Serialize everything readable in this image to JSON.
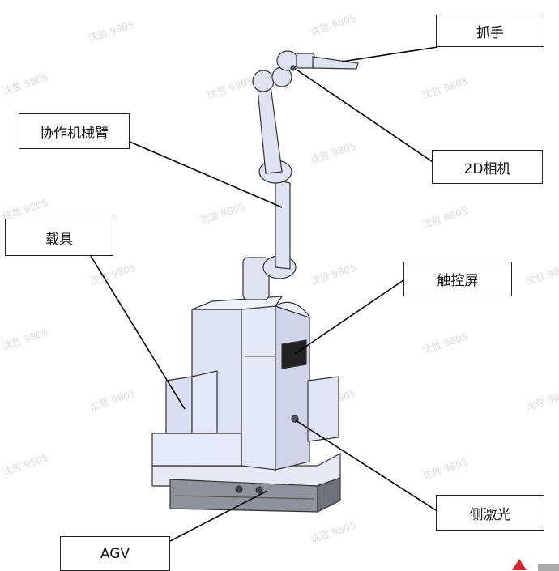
{
  "labels": {
    "gripper": "抓手",
    "cobot_arm": "协作机械臂",
    "camera_2d": "2D相机",
    "carrier": "载具",
    "touchscreen": "触控屏",
    "side_laser": "侧激光",
    "agv": "AGV"
  },
  "watermark": "沈哲 9805",
  "colors": {
    "body_fill": "#e2e6f6",
    "arm_fill": "#dfe2f0",
    "outline": "#333333",
    "leader": "#000000",
    "logo_red": "#d8262b"
  }
}
